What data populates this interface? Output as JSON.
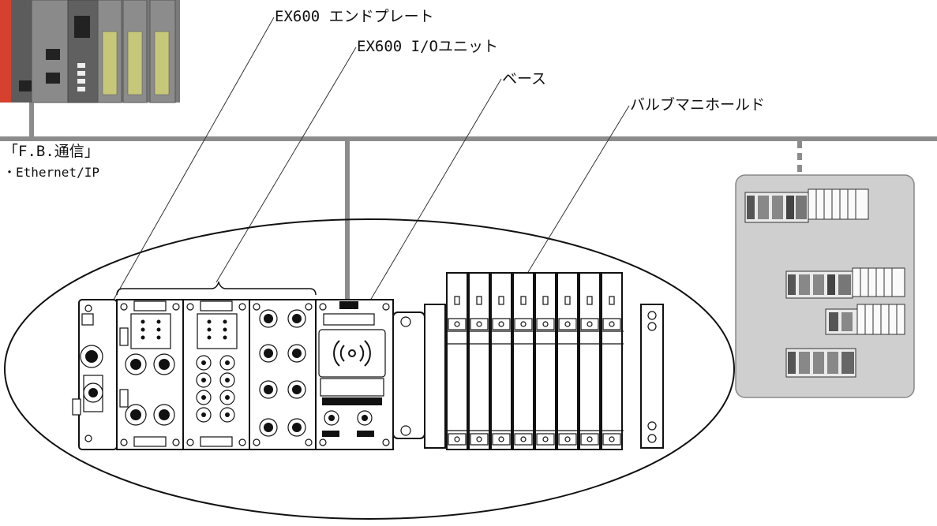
{
  "labels": {
    "end_plate": "EX600 エンドプレート",
    "io_unit": "EX600 I/Oユニット",
    "base": "ベース",
    "valve_manifold": "バルブマニホールド"
  },
  "network": {
    "title": "「F.B.通信」",
    "protocol": "・Ethernet/IP"
  },
  "colors": {
    "bus_line": "#8c8c8c",
    "plc_red": "#d6402f",
    "plc_body": "#777777",
    "inset_panel": "#cfcfcf"
  },
  "icons": {
    "wireless": "wireless-icon"
  }
}
